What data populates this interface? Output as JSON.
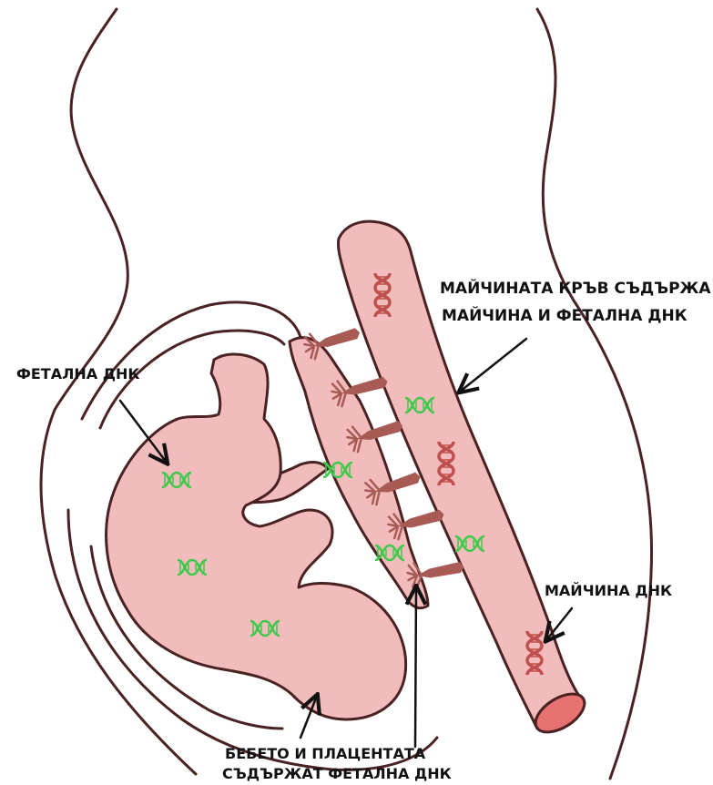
{
  "labels": {
    "fetal_dna": "ФЕТАЛНА ДНК",
    "maternal_blood_line1": "МАЙЧИНАТА КРЪВ СЪДЪРЖА",
    "maternal_blood_line2": "МАЙЧИНА И ФЕТАЛНА ДНК",
    "maternal_dna": "МАЙЧИНА ДНК",
    "baby_placenta_line1": "БЕБЕТО И ПЛАЦЕНТАТА",
    "baby_placenta_line2": "СЪДЪРЖАТ ФЕТАЛНА ДНК"
  },
  "colors": {
    "tissue_fill": "#f2bcbc",
    "tissue_outline": "#4a2222",
    "vessel_end": "#e87272",
    "fetal_dna": "#3ec94a",
    "maternal_dna": "#c0504d",
    "villi": "#a85a55",
    "label_text": "#111111"
  }
}
